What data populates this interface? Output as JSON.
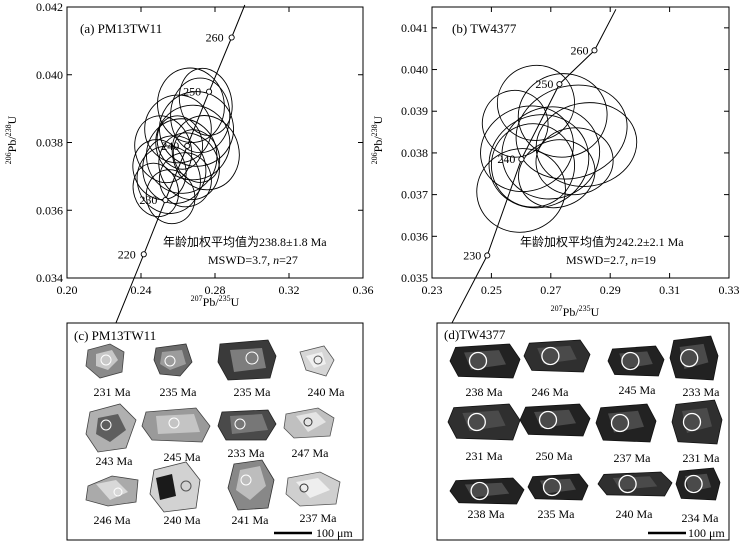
{
  "panels": {
    "a": {
      "title": "(a) PM13TW11",
      "mean_text": "年龄加权平均值为238.8±1.8 Ma",
      "mswd_prefix": "MSWD=3.7, ",
      "n_symbol": "n",
      "n_value": "=27",
      "xlabel": {
        "sup1": "207",
        "elem": "Pb/",
        "sup2": "235",
        "tail": "U"
      },
      "ylabel": {
        "sup1": "206",
        "elem": "Pb/",
        "sup2": "238",
        "tail": "U"
      },
      "x_ticks": [
        "0.20",
        "0.24",
        "0.28",
        "0.32",
        "0.36"
      ],
      "y_ticks": [
        "0.034",
        "0.036",
        "0.038",
        "0.040",
        "0.042"
      ],
      "concordia_ages": [
        "220",
        "230",
        "240",
        "250",
        "260"
      ]
    },
    "b": {
      "title": "(b) TW4377",
      "mean_text": "年龄加权平均值为242.2±2.1 Ma",
      "mswd_prefix": "MSWD=2.7, ",
      "n_symbol": "n",
      "n_value": "=19",
      "xlabel": {
        "sup1": "207",
        "elem": "Pb/",
        "sup2": "235",
        "tail": "U"
      },
      "ylabel": {
        "sup1": "206",
        "elem": "Pb/",
        "sup2": "238",
        "tail": "U"
      },
      "x_ticks": [
        "0.23",
        "0.25",
        "0.27",
        "0.29",
        "0.31",
        "0.33"
      ],
      "y_ticks": [
        "0.035",
        "0.036",
        "0.037",
        "0.038",
        "0.039",
        "0.040",
        "0.041"
      ],
      "concordia_ages": [
        "230",
        "240",
        "250",
        "260"
      ]
    },
    "c": {
      "title": "(c) PM13TW11",
      "ages": [
        "231 Ma",
        "235 Ma",
        "235 Ma",
        "240 Ma",
        "243 Ma",
        "245 Ma",
        "233 Ma",
        "247 Ma",
        "246 Ma",
        "240 Ma",
        "241 Ma",
        "237 Ma"
      ],
      "scale": "100 μm"
    },
    "d": {
      "title": "(d)TW4377",
      "ages": [
        "238 Ma",
        "246 Ma",
        "245 Ma",
        "233 Ma",
        "231 Ma",
        "250 Ma",
        "237 Ma",
        "231 Ma",
        "238 Ma",
        "235 Ma",
        "240 Ma",
        "234 Ma"
      ],
      "scale": "100 μm"
    }
  },
  "chart_data": [
    {
      "type": "scatter",
      "title": "(a) PM13TW11",
      "xlabel": "207Pb/235U",
      "ylabel": "206Pb/238U",
      "xlim": [
        0.2,
        0.36
      ],
      "ylim": [
        0.034,
        0.042
      ],
      "concordia": [
        {
          "age": 220,
          "x": 0.2415,
          "y": 0.0347
        },
        {
          "age": 230,
          "x": 0.2532,
          "y": 0.0363
        },
        {
          "age": 240,
          "x": 0.265,
          "y": 0.0379
        },
        {
          "age": 250,
          "x": 0.2768,
          "y": 0.0395
        },
        {
          "age": 260,
          "x": 0.289,
          "y": 0.0411
        }
      ],
      "ellipses": [
        {
          "x": 0.255,
          "y": 0.0369,
          "rx": 0.017,
          "ry": 0.001,
          "tilt": 0.3
        },
        {
          "x": 0.262,
          "y": 0.0376,
          "rx": 0.019,
          "ry": 0.0011,
          "tilt": 0.1
        },
        {
          "x": 0.268,
          "y": 0.038,
          "rx": 0.02,
          "ry": 0.0011,
          "tilt": 0.2
        },
        {
          "x": 0.25,
          "y": 0.0372,
          "rx": 0.014,
          "ry": 0.0009,
          "tilt": 0.5
        },
        {
          "x": 0.258,
          "y": 0.0372,
          "rx": 0.017,
          "ry": 0.001,
          "tilt": 0.2
        },
        {
          "x": 0.27,
          "y": 0.0384,
          "rx": 0.02,
          "ry": 0.0011,
          "tilt": 0.2
        },
        {
          "x": 0.26,
          "y": 0.0384,
          "rx": 0.018,
          "ry": 0.001,
          "tilt": 0.0
        },
        {
          "x": 0.275,
          "y": 0.0377,
          "rx": 0.018,
          "ry": 0.0011,
          "tilt": 0.3
        },
        {
          "x": 0.266,
          "y": 0.0373,
          "rx": 0.016,
          "ry": 0.001,
          "tilt": 0.5
        },
        {
          "x": 0.272,
          "y": 0.0388,
          "rx": 0.016,
          "ry": 0.0011,
          "tilt": 0.0
        },
        {
          "x": 0.252,
          "y": 0.0378,
          "rx": 0.015,
          "ry": 0.001,
          "tilt": 0.4
        },
        {
          "x": 0.264,
          "y": 0.0369,
          "rx": 0.014,
          "ry": 0.0008,
          "tilt": 0.3
        },
        {
          "x": 0.267,
          "y": 0.0391,
          "rx": 0.018,
          "ry": 0.0011,
          "tilt": 0.2
        },
        {
          "x": 0.256,
          "y": 0.0364,
          "rx": 0.013,
          "ry": 0.0008,
          "tilt": 0.3
        },
        {
          "x": 0.275,
          "y": 0.0392,
          "rx": 0.014,
          "ry": 0.001,
          "tilt": 0.3
        },
        {
          "x": 0.261,
          "y": 0.038,
          "rx": 0.012,
          "ry": 0.0008,
          "tilt": 0.4
        },
        {
          "x": 0.248,
          "y": 0.0366,
          "rx": 0.012,
          "ry": 0.0008,
          "tilt": 0.4
        },
        {
          "x": 0.27,
          "y": 0.0376,
          "rx": 0.012,
          "ry": 0.0008,
          "tilt": 0.6
        }
      ]
    },
    {
      "type": "scatter",
      "title": "(b) TW4377",
      "xlabel": "207Pb/235U",
      "ylabel": "206Pb/238U",
      "xlim": [
        0.23,
        0.33
      ],
      "ylim": [
        0.035,
        0.0415
      ],
      "concordia": [
        {
          "age": 230,
          "x": 0.2486,
          "y": 0.03554
        },
        {
          "age": 240,
          "x": 0.2601,
          "y": 0.03785
        },
        {
          "age": 250,
          "x": 0.2729,
          "y": 0.03965
        },
        {
          "age": 260,
          "x": 0.2847,
          "y": 0.04046
        }
      ],
      "ellipses": [
        {
          "x": 0.27,
          "y": 0.038,
          "rx": 0.0165,
          "ry": 0.0011,
          "tilt": 0.3
        },
        {
          "x": 0.277,
          "y": 0.0385,
          "rx": 0.019,
          "ry": 0.0011,
          "tilt": 0.4
        },
        {
          "x": 0.264,
          "y": 0.0377,
          "rx": 0.014,
          "ry": 0.001,
          "tilt": 0.3
        },
        {
          "x": 0.274,
          "y": 0.0389,
          "rx": 0.015,
          "ry": 0.001,
          "tilt": 0.2
        },
        {
          "x": 0.266,
          "y": 0.0378,
          "rx": 0.017,
          "ry": 0.0011,
          "tilt": 0.5
        },
        {
          "x": 0.262,
          "y": 0.0381,
          "rx": 0.016,
          "ry": 0.001,
          "tilt": 0.6
        },
        {
          "x": 0.282,
          "y": 0.0382,
          "rx": 0.017,
          "ry": 0.001,
          "tilt": 0.2
        },
        {
          "x": 0.26,
          "y": 0.0371,
          "rx": 0.015,
          "ry": 0.001,
          "tilt": 0.3
        },
        {
          "x": 0.272,
          "y": 0.0375,
          "rx": 0.013,
          "ry": 0.0008,
          "tilt": 0.4
        },
        {
          "x": 0.265,
          "y": 0.0392,
          "rx": 0.013,
          "ry": 0.0009,
          "tilt": 0.2
        },
        {
          "x": 0.278,
          "y": 0.0378,
          "rx": 0.013,
          "ry": 0.0008,
          "tilt": 0.1
        },
        {
          "x": 0.258,
          "y": 0.0387,
          "rx": 0.011,
          "ry": 0.0008,
          "tilt": 0.5
        }
      ]
    }
  ],
  "colors": {
    "ink": "#000000",
    "cl_dark": "#1c1c1c",
    "cl_mid": "#5a5a5a"
  }
}
